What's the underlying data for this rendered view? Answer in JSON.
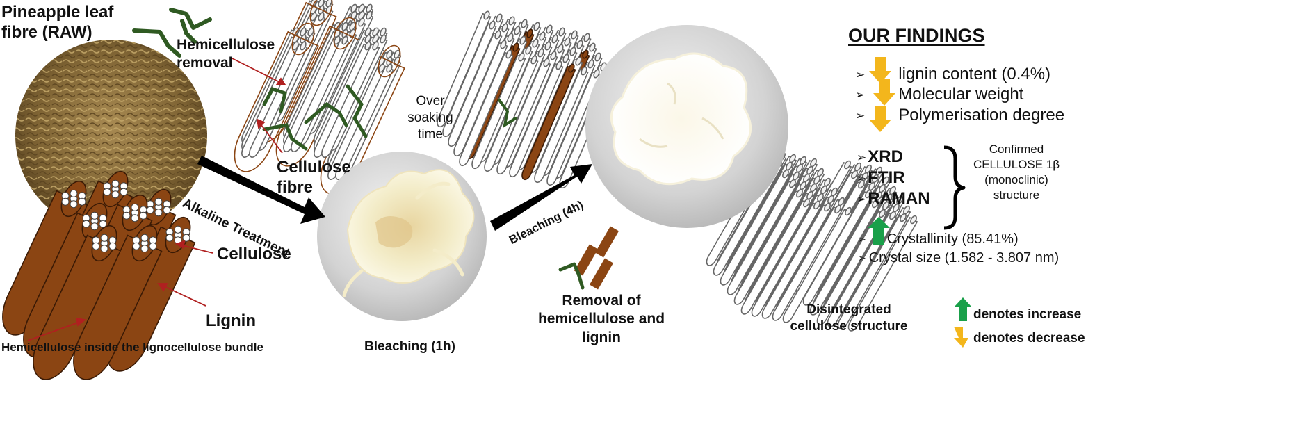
{
  "labels": {
    "pineapple": "Pineapple leaf fibre (RAW)",
    "hemi_removal": "Hemicellulose removal",
    "cellulose_fibre": "Cellulose fibre",
    "over_soaking": "Over soaking time",
    "cellulose": "Cellulose",
    "lignin": "Lignin",
    "hemi_inside": "Hemicellulose inside the lignocellulose bundle",
    "alkaline": "Alkaline Treatment",
    "bleach_1h": "Bleaching (1h)",
    "bleach_4h": "Bleaching (4h)",
    "removal_hl": "Removal of hemicellulose and lignin",
    "disintegrated": "Disintegrated cellulose structure"
  },
  "findings": {
    "title": "OUR FINDINGS",
    "decrease_items": [
      "lignin content (0.4%)",
      "Molecular weight",
      "Polymerisation degree"
    ],
    "techniques": [
      "XRD",
      "FTIR",
      "RAMAN"
    ],
    "confirmed": "Confirmed CELLULOSE 1β (monoclinic) structure",
    "increase_item": "Crystallinity (85.41%)",
    "crystal_size": "Crystal size (1.582 - 3.807 nm)",
    "legend_increase": "denotes increase",
    "legend_decrease": "denotes decrease"
  },
  "colors": {
    "lignin_brown": "#8b4513",
    "hemicellulose_green": "#2f5a22",
    "increase_green": "#1aa04a",
    "decrease_yellow": "#f3b61c",
    "raw_fibre": "#8e7240",
    "bleached_fibre": "#f4efcf"
  },
  "icons": [
    "chevron-right-icon",
    "up-arrow-icon",
    "down-arrow-icon",
    "right-brace-icon",
    "process-arrow-icon"
  ]
}
